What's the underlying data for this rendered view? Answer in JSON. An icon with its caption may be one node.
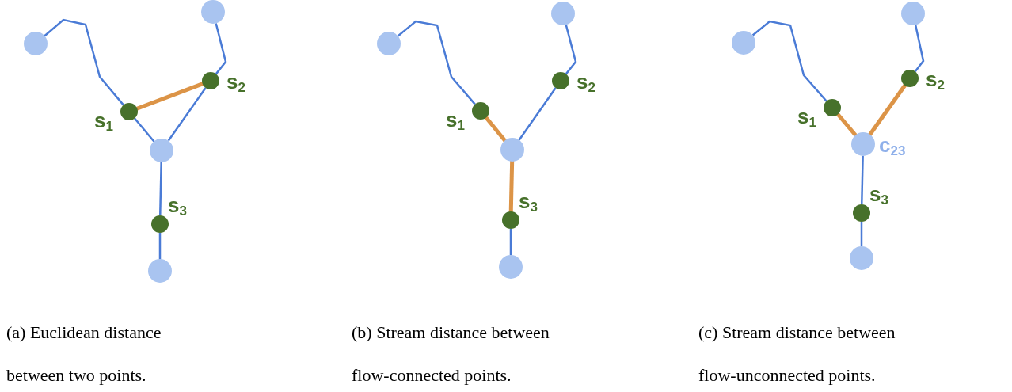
{
  "diagram": {
    "nodes": [
      {
        "text": [],
        "shape": "circle"
      },
      {
        "text": [],
        "shape": "circle"
      },
      {
        "text": [],
        "shape": "circle",
        "beside": [
          "s$_{1}$"
        ]
      },
      {
        "text": [],
        "shape": "circle",
        "beside": [
          "s$_{2}$"
        ]
      },
      {
        "text": [],
        "shape": "circle"
      },
      {
        "text": [],
        "shape": "circle",
        "beside": [
          "s$_{3}$"
        ]
      },
      {
        "text": [],
        "shape": "circle"
      },
      {
        "text": [],
        "shape": "circle"
      },
      {
        "text": [],
        "shape": "circle"
      },
      {
        "text": [],
        "shape": "circle",
        "beside": [
          "s$_{1}$"
        ]
      },
      {
        "text": [],
        "shape": "circle",
        "beside": [
          "s$_{2}$"
        ]
      },
      {
        "text": [],
        "shape": "circle"
      },
      {
        "text": [],
        "shape": "circle",
        "beside": [
          "s$_{3}$"
        ]
      },
      {
        "text": [],
        "shape": "circle"
      },
      {
        "text": [],
        "shape": "circle"
      },
      {
        "text": [],
        "shape": "circle"
      },
      {
        "text": [],
        "shape": "circle",
        "beside": [
          "s$_{1}$"
        ]
      },
      {
        "text": [],
        "shape": "circle",
        "beside": [
          "s$_{2}$"
        ]
      },
      {
        "text": [],
        "shape": "circle",
        "beside": [
          "c$_{23}$"
        ]
      },
      {
        "text": [],
        "shape": "circle",
        "beside": [
          "s$_{3}$"
        ]
      },
      {
        "text": [],
        "shape": "circle"
      }
    ],
    "edges": [
      {
        "from": 0,
        "to": 2,
        "arrow": "none"
      },
      {
        "from": 1,
        "to": 3,
        "arrow": "none"
      },
      {
        "from": 2,
        "to": 4,
        "arrow": "none"
      },
      {
        "from": 3,
        "to": 4,
        "arrow": "none"
      },
      {
        "from": 4,
        "to": 5,
        "arrow": "none"
      },
      {
        "from": 5,
        "to": 6,
        "arrow": "none"
      },
      {
        "from": 2,
        "to": 3,
        "arrow": "none",
        "style": "thick",
        "color": "#dc9447"
      },
      {
        "from": 7,
        "to": 9,
        "arrow": "none"
      },
      {
        "from": 8,
        "to": 10,
        "arrow": "none"
      },
      {
        "from": 10,
        "to": 11,
        "arrow": "none"
      },
      {
        "from": 12,
        "to": 13,
        "arrow": "none"
      },
      {
        "from": 9,
        "to": 11,
        "arrow": "none",
        "style": "thick",
        "color": "#dc9447"
      },
      {
        "from": 11,
        "to": 12,
        "arrow": "none",
        "style": "thick",
        "color": "#dc9447"
      },
      {
        "from": 14,
        "to": 16,
        "arrow": "none"
      },
      {
        "from": 15,
        "to": 17,
        "arrow": "none"
      },
      {
        "from": 18,
        "to": 19,
        "arrow": "none"
      },
      {
        "from": 19,
        "to": 20,
        "arrow": "none"
      },
      {
        "from": 16,
        "to": 18,
        "arrow": "none",
        "style": "thick",
        "color": "#dc9447"
      },
      {
        "from": 17,
        "to": 18,
        "arrow": "none",
        "style": "thick",
        "color": "#dc9447"
      }
    ],
    "labels": [
      "(a) Euclidean distance between two points.",
      "(b) Stream distance between flow-connected points.",
      "(c) Stream distance between flow-unconnected points."
    ]
  }
}
